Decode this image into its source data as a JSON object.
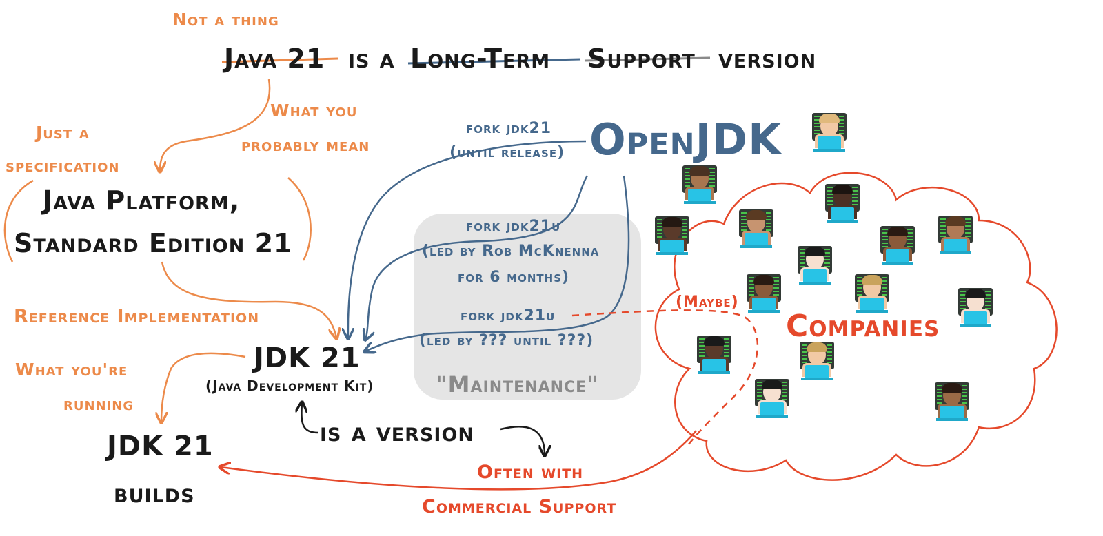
{
  "headline": {
    "part1": "Java 21",
    "part2": "is a",
    "part3": "Long-Term",
    "part4": "Support",
    "part5": "version"
  },
  "notes": {
    "not_a_thing": "Not a thing",
    "what_you_mean_1": "What you",
    "what_you_mean_2": "probably mean",
    "just_a_1": "Just a",
    "just_a_2": "specification",
    "reference_impl": "Reference Implementation",
    "what_running_1": "What you're",
    "what_running_2": "running",
    "often_with": "Often with",
    "commercial": "Commercial Support",
    "maybe": "(Maybe)"
  },
  "nodes": {
    "platform_1": "Java Platform,",
    "platform_2": "Standard Edition 21",
    "jdk21": "JDK 21",
    "jdk21_sub": "(Java Development Kit)",
    "is_a_version": "is a version",
    "builds_1": "JDK 21",
    "builds_2": "builds",
    "openjdk": "OpenJDK",
    "companies": "Companies",
    "maintenance": "\"Maintenance\""
  },
  "forks": {
    "f1_a": "fork jdk21",
    "f1_b": "(until release)",
    "f2_a": "fork jdk21u",
    "f2_b": "(led by Rob McKnenna",
    "f2_c": "for 6 months)",
    "f3_a": "fork jdk21u",
    "f3_b": "(led by ??? until ???)"
  },
  "colors": {
    "black": "#1a1a1a",
    "orange": "#ec8a4a",
    "blue": "#45688c",
    "red": "#e5492b",
    "maintenance_bg": "#e5e5e5"
  },
  "icons": [
    "technologist-icon"
  ]
}
